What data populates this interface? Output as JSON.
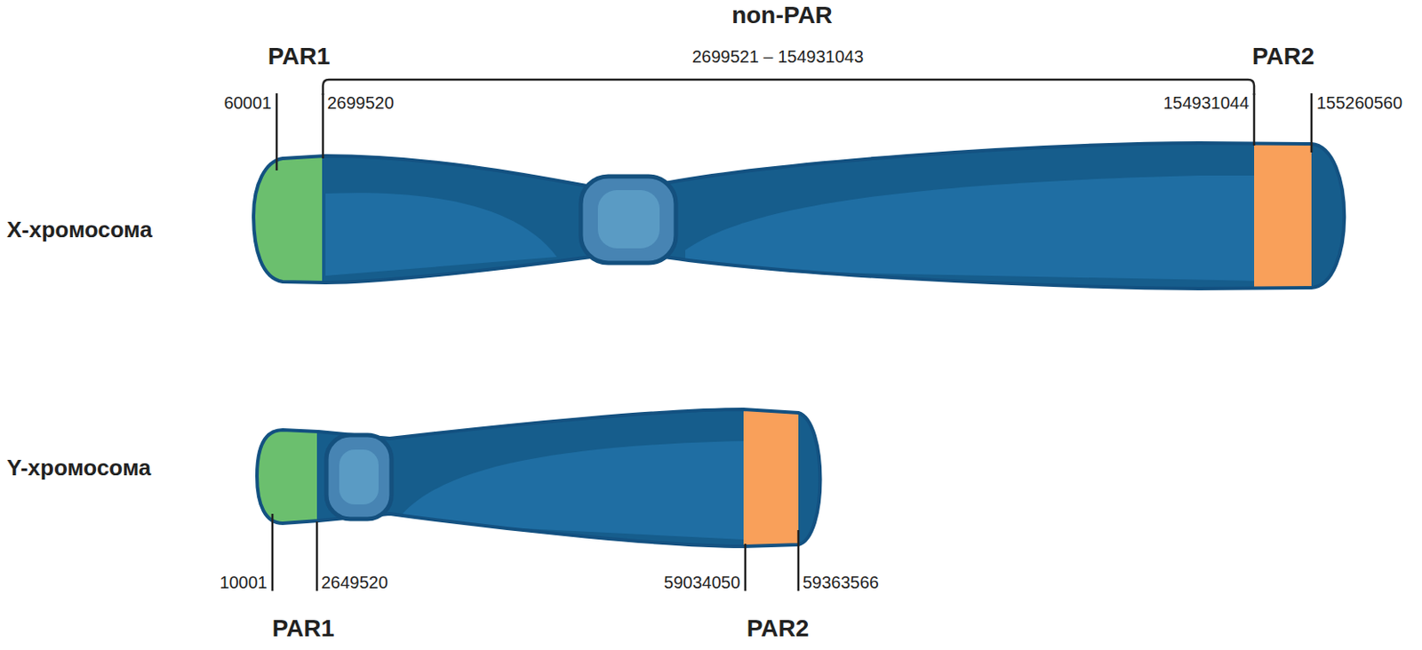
{
  "diagram": {
    "labels": [
      "non-PAR",
      "2699521 – 154931043",
      "PAR1",
      "PAR2",
      "60001",
      "2699520",
      "154931044",
      "155260560",
      "X-хромосома",
      "Y-хромосома",
      "10001",
      "2649520",
      "59034050",
      "59363566",
      "PAR1",
      "PAR2"
    ]
  }
}
